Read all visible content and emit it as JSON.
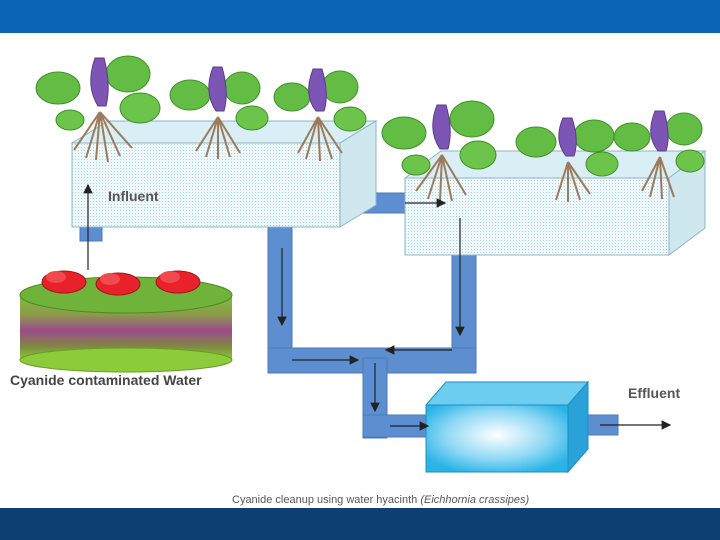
{
  "labels": {
    "influent": "Influent",
    "effluent": "Effluent",
    "source": "Cyanide contaminated Water"
  },
  "caption": {
    "text": "Cyanide cleanup using water hyacinth ",
    "species": "(Eichhornia crassipes)"
  },
  "colors": {
    "header_band": "#0a63b7",
    "footer_band": "#0d3f73",
    "pipe": "#5d8fd0",
    "tank_water": "#e4f3f8",
    "final_tank": "#2ab4e6",
    "leaf": "#63bd44",
    "flower": "#7d55b5",
    "root": "#9b7b5b",
    "source_cake_top": "#6fb33a",
    "source_cake_band": "#9b4b8a",
    "cyanide_blob": "#e8212a"
  }
}
